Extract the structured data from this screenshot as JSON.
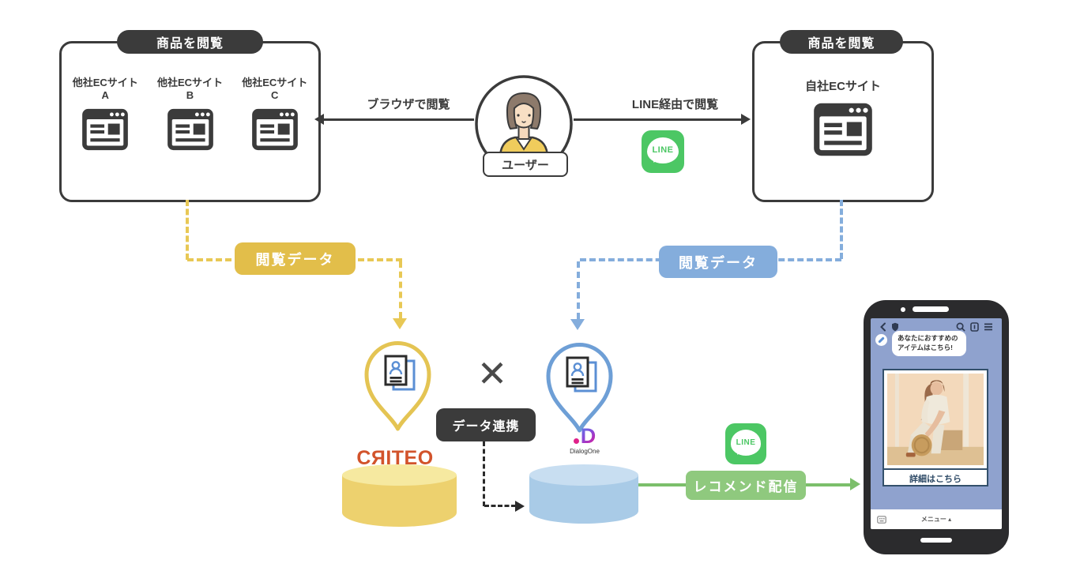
{
  "left_panel": {
    "badge": "商品を閲覧",
    "sites": [
      {
        "name": "他社ECサイト",
        "sub": "A"
      },
      {
        "name": "他社ECサイト",
        "sub": "B"
      },
      {
        "name": "他社ECサイト",
        "sub": "C"
      }
    ]
  },
  "right_panel": {
    "badge": "商品を閲覧",
    "site_name": "自社ECサイト"
  },
  "user": {
    "label": "ユーザー"
  },
  "arrows": {
    "browser_label": "ブラウザで閲覧",
    "line_label": "LINE経由で閲覧"
  },
  "line": {
    "text": "LINE"
  },
  "flow": {
    "yellow_badge": "閲覧データ",
    "blue_badge": "閲覧データ",
    "cross": "✕",
    "link_badge": "データ連携",
    "recommend_badge": "レコメンド配信"
  },
  "criteo": {
    "logo": "CЯITEO"
  },
  "dialogone": {
    "mark": "D",
    "name": "DialogOne"
  },
  "phone": {
    "message": [
      "あなたにおすすめの",
      "アイテムはこちら!"
    ],
    "cta": "詳細はこちら",
    "menu": "メニュー ▴"
  },
  "colors": {
    "dark": "#3b3b3b",
    "yellow_dash": "#E8C855",
    "yellow_badge": "#E2BE4A",
    "blue_dash": "#84ADDC",
    "green_badge": "#8FC97E",
    "green_line": "#7CBF6B",
    "line_green": "#4CC764",
    "criteo_orange": "#D2532B",
    "phone_screen": "#8FA2CE"
  }
}
